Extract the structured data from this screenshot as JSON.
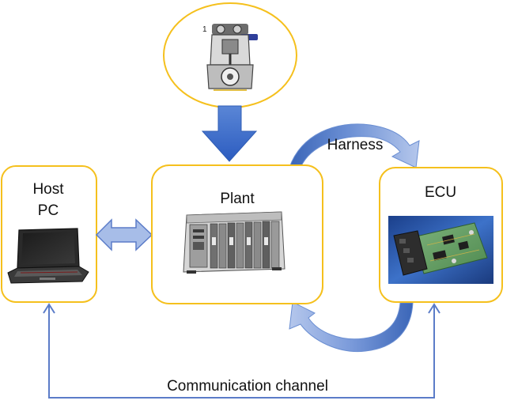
{
  "diagram": {
    "nodes": {
      "engine": {
        "icon": "engine-icon"
      },
      "host": {
        "label_line1": "Host",
        "label_line2": "PC",
        "icon": "laptop-icon"
      },
      "plant": {
        "label": "Plant",
        "icon": "pxi-chassis-icon"
      },
      "ecu": {
        "label": "ECU",
        "icon": "circuit-board-icon"
      }
    },
    "edges": {
      "harness": {
        "label": "Harness"
      },
      "communication": {
        "label": "Communication channel"
      }
    },
    "colors": {
      "box_border": "#f5c01d",
      "arrow_dark": "#3b67c2",
      "arrow_light": "#a9bde8",
      "line": "#5b7cc8"
    }
  }
}
